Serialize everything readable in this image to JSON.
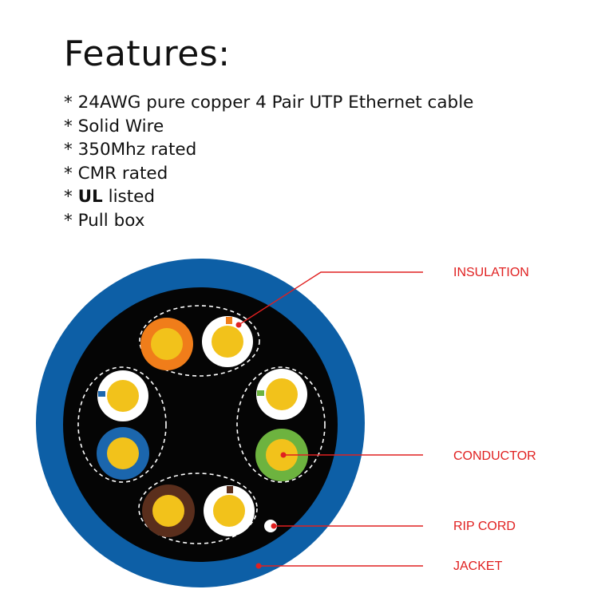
{
  "title": "Features:",
  "features": [
    {
      "prefix": "* ",
      "bold": "",
      "text": "24AWG pure copper 4 Pair UTP Ethernet cable"
    },
    {
      "prefix": "* ",
      "bold": "",
      "text": "Solid Wire"
    },
    {
      "prefix": "* ",
      "bold": "",
      "text": "350Mhz rated"
    },
    {
      "prefix": "* ",
      "bold": "",
      "text": "CMR rated"
    },
    {
      "prefix": "* ",
      "bold": "UL",
      "text": " listed"
    },
    {
      "prefix": "* ",
      "bold": "",
      "text": "Pull box"
    }
  ],
  "callouts": {
    "insulation": "INSULATION",
    "conductor": "CONDUCTOR",
    "rip_cord": "RIP CORD",
    "jacket": "JACKET"
  },
  "colors": {
    "jacket": "#0d5fa6",
    "core": "#050505",
    "conductor": "#f2c21b",
    "callout": "#e02020",
    "orange": "#f07d1a",
    "blue": "#1b66ad",
    "green": "#6db33f",
    "brown": "#5a2e1c"
  }
}
